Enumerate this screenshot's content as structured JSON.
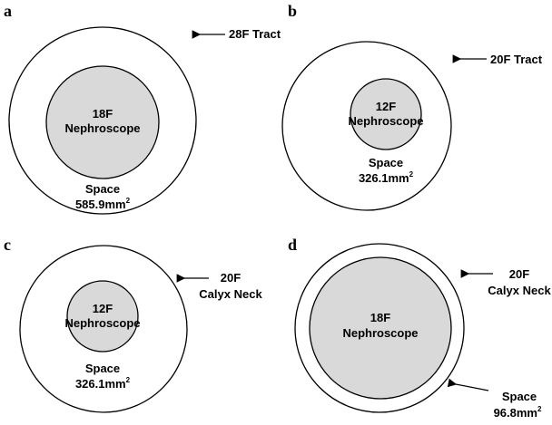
{
  "panels": {
    "a": {
      "letter": "a",
      "outer_label": "28F Tract",
      "inner_line1": "18F",
      "inner_line2": "Nephroscope",
      "space_label": "Space",
      "space_value": "585.9mm",
      "space_exp": "2"
    },
    "b": {
      "letter": "b",
      "outer_label": "20F Tract",
      "inner_line1": "12F",
      "inner_line2": "Nephroscope",
      "space_label": "Space",
      "space_value": "326.1mm",
      "space_exp": "2"
    },
    "c": {
      "letter": "c",
      "outer_line1": "20F",
      "outer_line2": "Calyx Neck",
      "inner_line1": "12F",
      "inner_line2": "Nephroscope",
      "space_label": "Space",
      "space_value": "326.1mm",
      "space_exp": "2"
    },
    "d": {
      "letter": "d",
      "outer_line1": "20F",
      "outer_line2": "Calyx Neck",
      "inner_line1": "18F",
      "inner_line2": "Nephroscope",
      "space_label": "Space",
      "space_value": "96.8mm",
      "space_exp": "2"
    }
  },
  "colors": {
    "inner_fill": "#d9d9d9",
    "outline": "#000000",
    "background": "#ffffff"
  }
}
